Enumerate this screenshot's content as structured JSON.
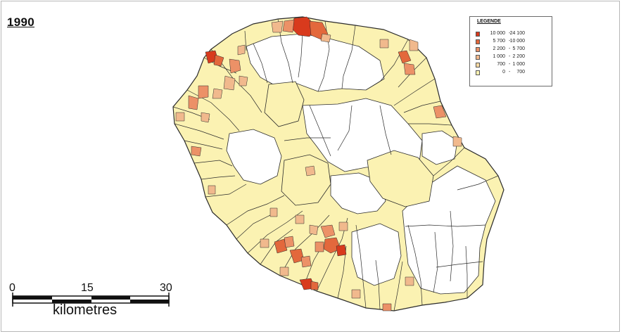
{
  "map": {
    "year_label": "1990",
    "legend": {
      "title": "LEGENDE",
      "classes": [
        {
          "min": "10 000",
          "max": "24 100",
          "color": "#d83a1d"
        },
        {
          "min": "5 700",
          "max": "10 000",
          "color": "#e3683c"
        },
        {
          "min": "2 200",
          "max": "5 700",
          "color": "#ec9167"
        },
        {
          "min": "1 000",
          "max": "2 200",
          "color": "#f1b98d"
        },
        {
          "min": "700",
          "max": "1 000",
          "color": "#f7d9a2"
        },
        {
          "min": "0",
          "max": "700",
          "color": "#fbf2b2"
        }
      ]
    },
    "scale_bar": {
      "ticks": [
        "0",
        "15",
        "30"
      ],
      "unit": "kilometres"
    },
    "colors": {
      "land_default": "#fbf2b2",
      "empty_area": "#ffffff",
      "boundary": "#2b2b2b"
    }
  }
}
